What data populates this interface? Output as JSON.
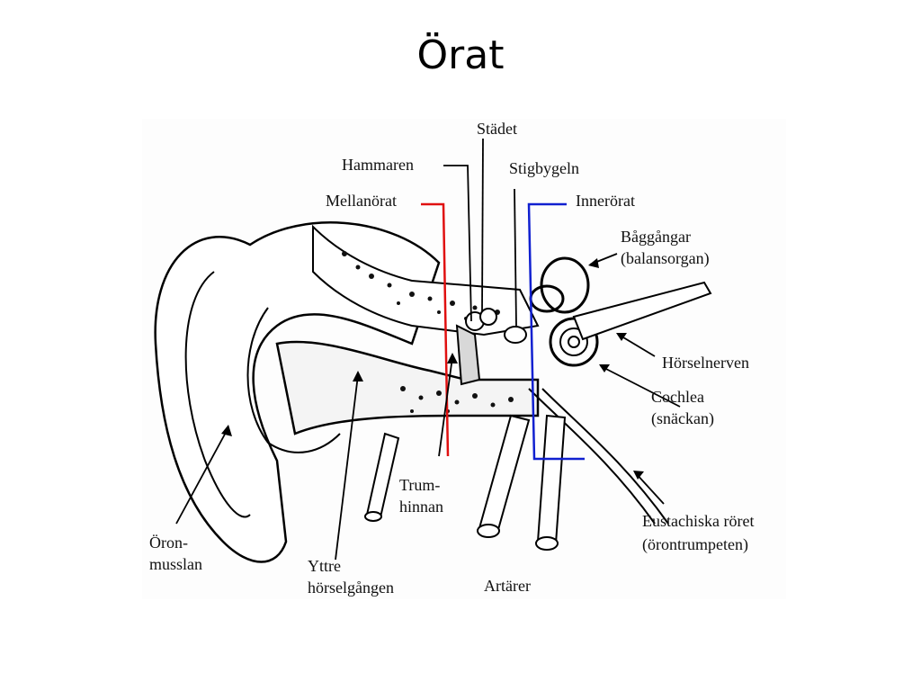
{
  "title": "Örat",
  "labels": {
    "stadet": "Städet",
    "hammaren": "Hammaren",
    "stigbygeln": "Stigbygeln",
    "mellanorat": "Mellanörat",
    "innerorat": "Innerörat",
    "baggangar_1": "Båggångar",
    "baggangar_2": "(balansorgan)",
    "horselnerven": "Hörselnerven",
    "cochlea_1": "Cochlea",
    "cochlea_2": "(snäckan)",
    "eustachiska_1": "Eustachiska röret",
    "eustachiska_2": "(örontrumpeten)",
    "artarer": "Artärer",
    "trum_1": "Trum-",
    "trum_2": "hinnan",
    "yttre_1": "Yttre",
    "yttre_2": "hörselgången",
    "oron_1": "Öron-",
    "oron_2": "musslan"
  },
  "colors": {
    "mellanorat_bracket": "#e01010",
    "innerorat_bracket": "#1020d0",
    "line": "#000000"
  }
}
